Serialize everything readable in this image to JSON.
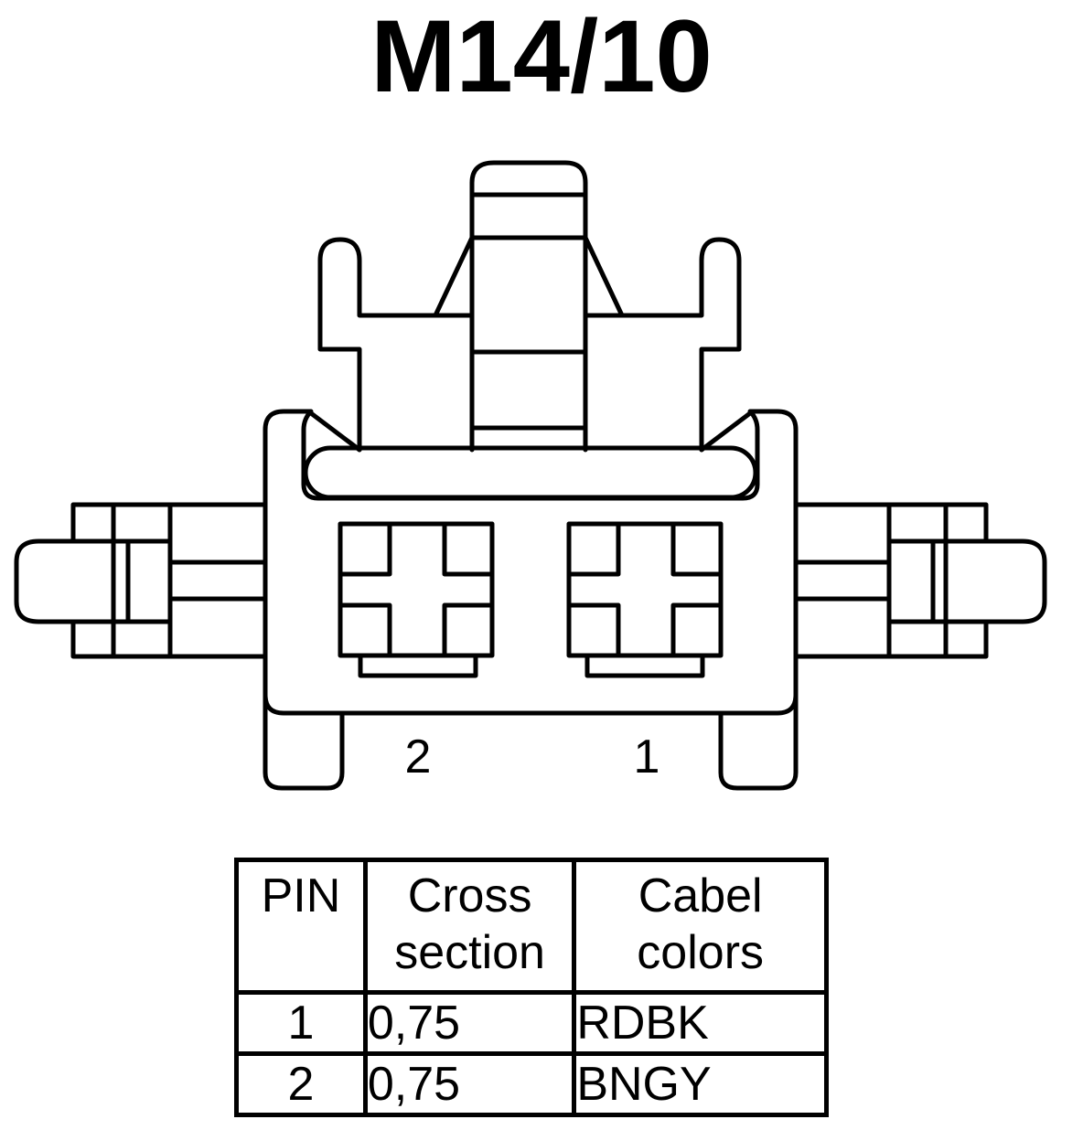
{
  "title": "M14/10",
  "pin_labels": {
    "left": "2",
    "right": "1"
  },
  "table": {
    "headers": {
      "pin": "PIN",
      "cross_section_line1": "Cross",
      "cross_section_line2": "section",
      "colors_line1": "Cabel",
      "colors_line2": "colors"
    },
    "rows": [
      {
        "pin": "1",
        "cross_section": "0,75",
        "color": "RDBK"
      },
      {
        "pin": "2",
        "cross_section": "0,75",
        "color": "BNGY"
      }
    ]
  }
}
